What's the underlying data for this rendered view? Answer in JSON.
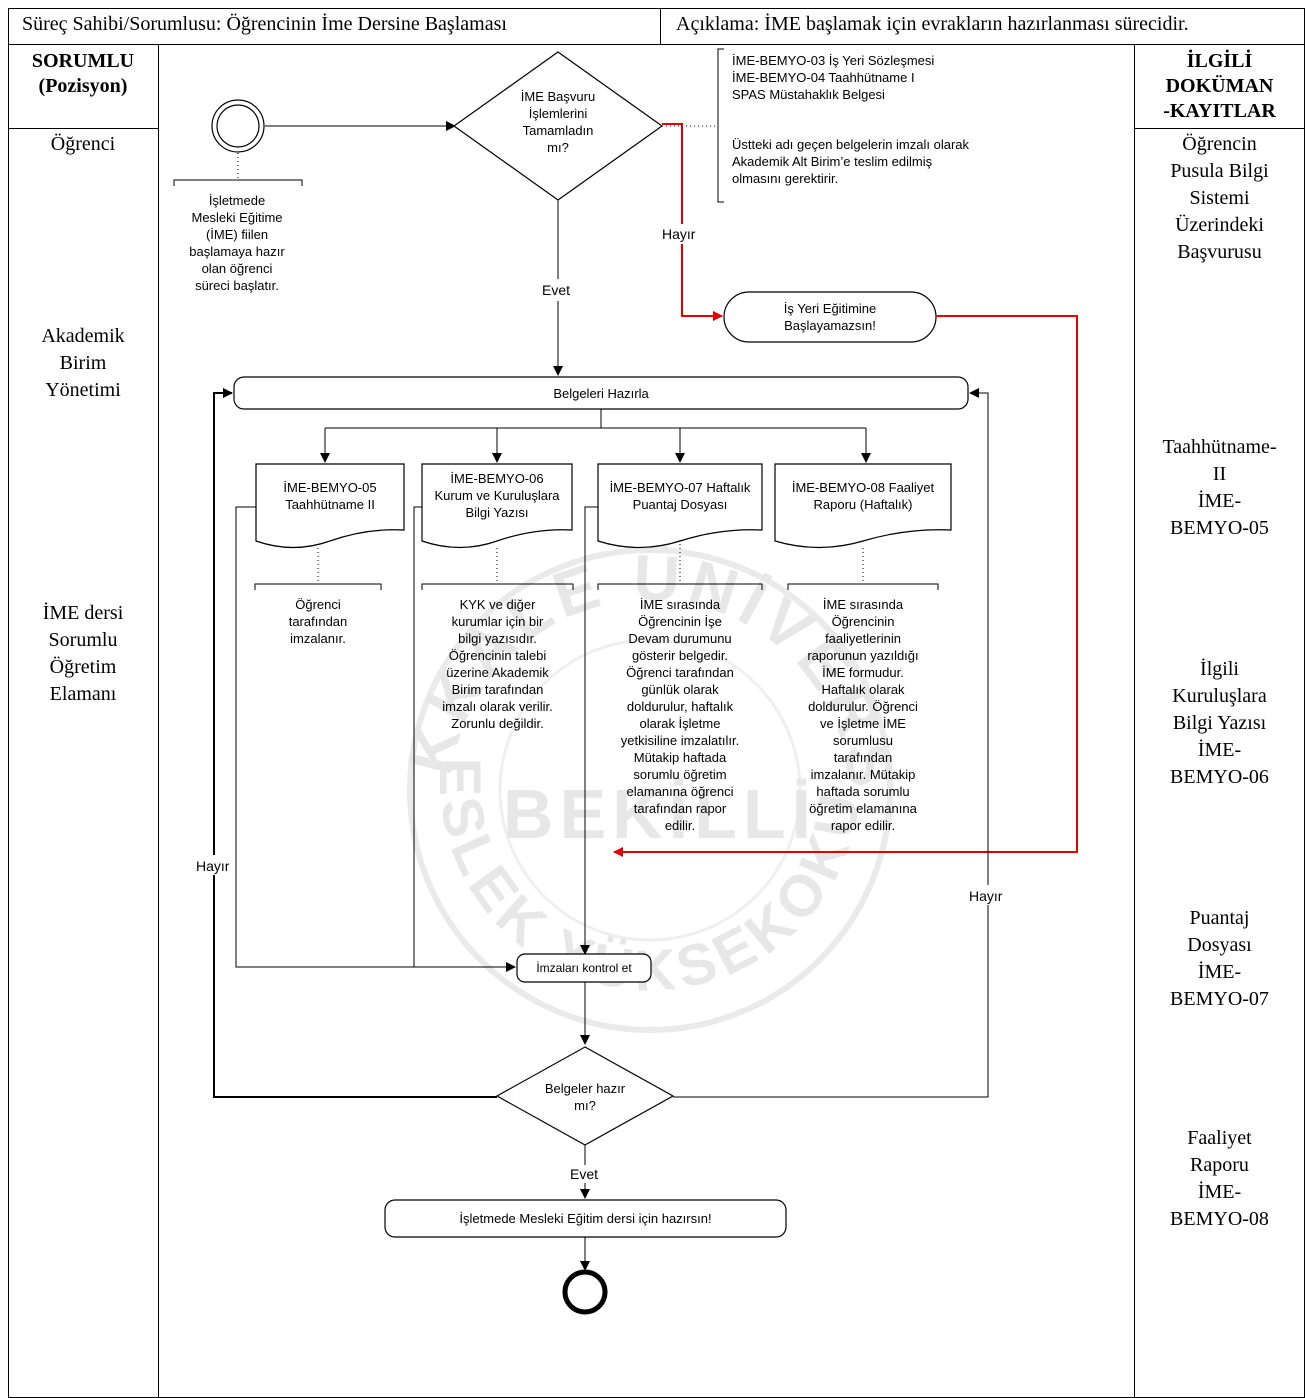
{
  "header": {
    "process_owner": "Süreç Sahibi/Sorumlusu: Öğrencinin İme Dersine Başlaması",
    "description": "Açıklama: İME başlamak için evrakların hazırlanması sürecidir."
  },
  "left_column": {
    "title_line1": "SORUMLU",
    "title_line2": "(Pozisyon)",
    "roles": [
      {
        "lines": [
          "Öğrenci"
        ]
      },
      {
        "lines": [
          "Akademik",
          "Birim",
          "Yönetimi"
        ]
      },
      {
        "lines": [
          "İME dersi",
          "Sorumlu",
          "Öğretim",
          "Elamanı"
        ]
      }
    ]
  },
  "right_column": {
    "title_line1": "İLGİLİ",
    "title_line2": "DOKÜMAN",
    "title_line3": "-KAYITLAR",
    "docs": [
      {
        "lines": [
          "Öğrencin",
          "Pusula Bilgi",
          "Sistemi",
          "Üzerindeki",
          "Başvurusu"
        ]
      },
      {
        "lines": [
          "Taahhütname-",
          "II",
          "İME-",
          "BEMYO-05"
        ]
      },
      {
        "lines": [
          "İlgili",
          "Kuruluşlara",
          "Bilgi Yazısı",
          "İME-",
          "BEMYO-06"
        ]
      },
      {
        "lines": [
          "Puantaj",
          "Dosyası",
          "İME-",
          "BEMYO-07"
        ]
      },
      {
        "lines": [
          "Faaliyet",
          "Raporu",
          "İME-",
          "BEMYO-08"
        ]
      }
    ]
  },
  "flow": {
    "start_note": [
      "İşletmede",
      "Mesleki Eğitime",
      "(İME) fiilen",
      "başlamaya hazır",
      "olan öğrenci",
      "süreci başlatır."
    ],
    "decision1": [
      "İME Başvuru",
      "İşlemlerini",
      "Tamamladın",
      "mı?"
    ],
    "decision1_note_docs": [
      "İME-BEMYO-03 İş Yeri Sözleşmesi",
      "İME-BEMYO-04 Taahhütname I",
      "SPAS Müstahaklık Belgesi"
    ],
    "decision1_note_text": [
      "Üstteki adı geçen belgelerin imzalı olarak",
      "Akademik Alt Birim’e teslim edilmiş",
      "olmasını gerektirir."
    ],
    "no_label": "Hayır",
    "yes_label": "Evet",
    "cannot_start": [
      "İş Yeri Eğitimine",
      "Başlayamazsın!"
    ],
    "prepare_docs": "Belgeleri Hazırla",
    "documents": [
      {
        "title": [
          "İME-BEMYO-05",
          "Taahhütname II"
        ],
        "note": [
          "Öğrenci",
          "tarafından",
          "imzalanır."
        ]
      },
      {
        "title": [
          "İME-BEMYO-06",
          "Kurum ve Kuruluşlara",
          "Bilgi Yazısı"
        ],
        "note": [
          "KYK ve diğer",
          "kurumlar için bir",
          "bilgi yazısıdır.",
          "Öğrencinin talebi",
          "üzerine Akademik",
          "Birim tarafından",
          "imzalı olarak verilir.",
          "Zorunlu değildir."
        ]
      },
      {
        "title": [
          "İME-BEMYO-07 Haftalık",
          "Puantaj Dosyası"
        ],
        "note": [
          "İME sırasında",
          "Öğrencinin İşe",
          "Devam durumunu",
          "gösterir belgedir.",
          "Öğrenci tarafından",
          "günlük olarak",
          "doldurulur, haftalık",
          "olarak İşletme",
          "yetkisiline imzalatılır.",
          "Mütakip haftada",
          "sorumlu öğretim",
          "elamanına öğrenci",
          "tarafından rapor",
          "edilir."
        ]
      },
      {
        "title": [
          "İME-BEMYO-08 Faaliyet",
          "Raporu (Haftalık)"
        ],
        "note": [
          "İME sırasında",
          "Öğrencinin",
          "faaliyetlerinin",
          "raporunun yazıldığı",
          "İME formudur.",
          "Haftalık olarak",
          "doldurulur. Öğrenci",
          "ve İşletme İME",
          "sorumlusu",
          "tarafından",
          "imzalanır. Mütakip",
          "haftada sorumlu",
          "öğretim elamanına",
          "rapor edilir."
        ]
      }
    ],
    "check_signatures": "İmzaları kontrol et",
    "decision2": [
      "Belgeler hazır",
      "mı?"
    ],
    "ready": "İşletmede Mesleki Eğitim dersi için hazırsın!"
  },
  "watermark": {
    "text_top": "PAMUKKALE ÜNİVERSİTESİ",
    "text_mid": "BEKİLLİ",
    "text_bottom": "MESLEK YÜKSEKOKULU"
  },
  "colors": {
    "line": "#000000",
    "no_path": "#e00000",
    "watermark": "#d9d9d9"
  }
}
